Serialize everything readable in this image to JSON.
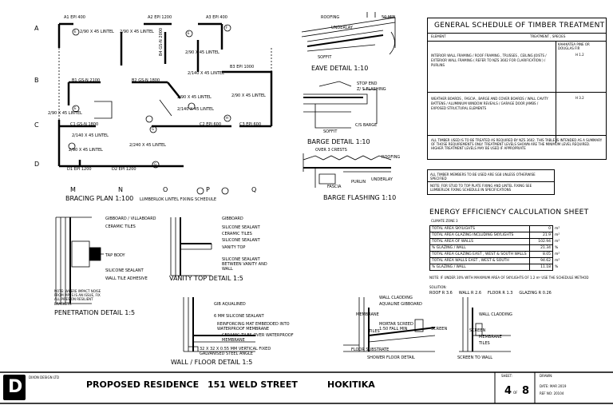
{
  "grid_rows": [
    "A",
    "B",
    "C",
    "D"
  ],
  "grid_cols": [
    "M",
    "N",
    "O",
    "P",
    "Q"
  ],
  "bracing_plan": {
    "title": "BRACING PLAN 1:100",
    "subtitle": "LUMBERLOK LINTEL FIXING SCHEDULE",
    "labels": [
      "A1 EPI 400",
      "A2 EPI 1200",
      "A3 EPI 400",
      "B3 EPI 1000",
      "B1 GS-N 2100",
      "B2 GS-N 1800",
      "B4 GS-N 2000",
      "C1 GS-N 1800",
      "C2 EPI 600",
      "C3 EPI 600",
      "D1 EPI 1200",
      "D2 EPI 1200",
      "2/140 X 45 LINTEL",
      "2/240 X 45 LINTEL",
      "2/90 X 45 LINTEL"
    ],
    "callouts": [
      "E",
      "E",
      "F",
      "G",
      "H",
      "E",
      "G"
    ]
  },
  "eave_detail": {
    "title": "EAVE DETAIL 1:10",
    "labels": [
      "ROOFING",
      "UNDERLAY",
      "SOFFIT",
      "50 MIN"
    ]
  },
  "barge_detail": {
    "title": "BARGE DETAIL 1:10",
    "labels": [
      "STOP END",
      "Z/ S FLASHING",
      "C/S BARGE",
      "SOFFIT"
    ]
  },
  "barge_flashing": {
    "title": "BARGE FLASHING 1:10",
    "labels": [
      "OVER 3 CRESTS",
      "ROOFING",
      "FASCIA",
      "PURLIN",
      "UNDERLAY"
    ]
  },
  "timber_schedule": {
    "title": "GENERAL SCHEDULE OF TIMBER TREATMENT",
    "col_element": "ELEMENT",
    "col_treatment": "TREATMENT , SPECIES",
    "col_species": "KAHIKATEA PINE OR DOUGLAS FIR",
    "rows": [
      {
        "element": "INTERIOR WALL FRAMING / ROOF FRAMING , TRUSSES , CEILING JOISTS / EXTERIOR WALL FRAMING ( REFER TO NZS 3602 FOR CLARIFICATION ) / PURLINS",
        "treatment": "H 1.2"
      },
      {
        "element": "WEATHER BOARDS , FASCIA , BARGE AND COVER BOARDS / WALL CAVITY BATTENS / ALUMINIUM WINDOW REVEALS / GARAGE DOOR JAMBS / EXPOSED STRUCTURAL ELEMENTS",
        "treatment": "H 3.2"
      }
    ],
    "note": "ALL TIMBER USED IS TO BE TREATED AS REQUIRED BY NZS 3602. THIS TABLE IS INTENDED AS A SUMMARY OF THOSE REQUIREMENTS ONLY. TREATMENT LEVELS SHOWN ARE THE MINIMUM LEVEL REQUIRED. HIGHER TREATMENT LEVELS MAY BE USED IF APPROPRIATE"
  },
  "notes_box": {
    "line1": "ALL TIMBER MEMBERS TO BE USED ARE SG8 UNLESS OTHERWISE SPECIFIED",
    "line2": "NOTE: FOR STUD TO TOP PLATE FIXING AND LINTEL FIXING SEE LUMBERLOK FIXING SCHEDULE IN SPECIFICATIONS"
  },
  "energy": {
    "title": "ENERGY EFFICIENCY CALCULATION SHEET",
    "zone": "CLIMATE ZONE 3",
    "rows": [
      {
        "label": "TOTAL AREA SKYLIGHTS",
        "value": "0",
        "unit": "m²"
      },
      {
        "label": "TOTAL AREA GLAZING INCLUDING SKYLIGHTS",
        "value": "21.9",
        "unit": "m²"
      },
      {
        "label": "TOTAL AREA OF WALLS",
        "value": "102.94",
        "unit": "m²"
      },
      {
        "label": "% GLAZING / WALL",
        "value": "21.34",
        "unit": "%"
      },
      {
        "label": "TOTAL AREA GLAZING EAST , WEST & SOUTH WALLS",
        "value": "8.05",
        "unit": "m²"
      },
      {
        "label": "TOTAL AREA WALLS EAST , WEST & SOUTH",
        "value": "94.62",
        "unit": "m²"
      },
      {
        "label": "% GLAZING / WALL",
        "value": "11.18",
        "unit": "%"
      }
    ],
    "note": "NOTE: IF UNDER 30% WITH MAXIMUM AREA OF SKYLIGHTS OF 1.2 m² USE THE SCHEDULE METHOD",
    "solution_label": "SOLUTION:",
    "solution": "ROOF R 3.6     WALL R 2.6     FLOOR R 1.3     GLAZING R 0.26"
  },
  "penetration": {
    "title": "PENETRATION DETAIL 1:5",
    "labels": [
      "GIBBOARD / VILLABOARD",
      "CERAMIC TILES",
      "TAP BODY",
      "SILICONE SEALANT",
      "WALL TILE ADHESIVE"
    ],
    "note": "NOTE: WHERE IMPACT NOISE FROM PIPES IS AN ISSUE, FIX ALL PIPES ON RESILIENT BRACKETS."
  },
  "vanity": {
    "title": "VANITY TOP DETAIL 1:5",
    "labels": [
      "GIBBOARD",
      "SILICONE SEALANT",
      "CERAMIC TILES",
      "SILICONE SEALANT",
      "VANITY TOP",
      "SILICONE SEALANT BETWEEN VANITY AND WALL"
    ]
  },
  "wall_floor": {
    "title": "WALL / FLOOR DETAIL 1:5",
    "labels": [
      "GIB AQUALINED",
      "6 MM SILICONE SEALANT",
      "REINFORCING MAT EMBEDDED INTO WATERPROOF MEMBRANE",
      "CERAMIC TILES OVER WATERPROOF MEMBRANE",
      "32 X 32 X 0.55 MM VERTICAL FIXED GALVANISED STEEL ANGLE"
    ]
  },
  "shower": {
    "title": "SHOWER FLOOR DETAIL",
    "labels": [
      "WALL CLADDING",
      "AQUALINE GIBBOARD",
      "MEMBRANE",
      "TILES",
      "MORTAR SCREED 1:50 FALL MIN",
      "FLOOR SUBSTRATE",
      "SCREEN"
    ]
  },
  "screen": {
    "title": "SCREEN TO WALL",
    "labels": [
      "WALL CLADDING",
      "SCREEN",
      "MEMBRANE",
      "TILES"
    ]
  },
  "title_block": {
    "logo": "D",
    "company": "DIXON DESIGN LTD",
    "project": "PROPOSED RESIDENCE",
    "address": "151 WELD STREET",
    "town": "HOKITIKA",
    "sheet_label": "SHEET:",
    "sheet": "4",
    "of": "OF",
    "total": "8",
    "drawn_label": "DRAWN:",
    "date": "DATE: MAR 2019",
    "ref": "REF NO: 20104"
  }
}
